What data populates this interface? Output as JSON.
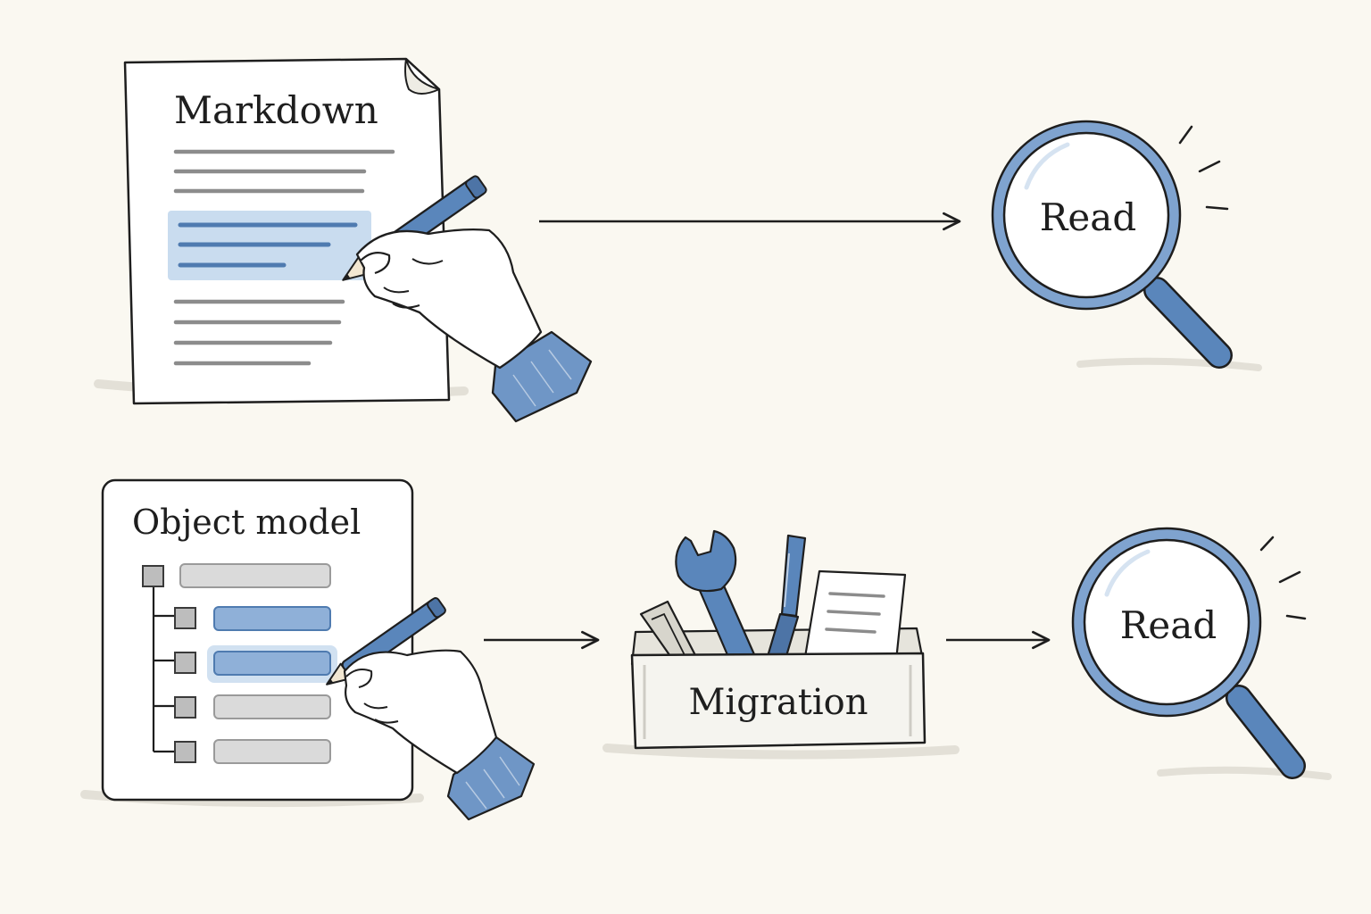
{
  "rows": [
    {
      "source": {
        "label": "Markdown",
        "kind": "document"
      },
      "steps": [
        {
          "label": "Read",
          "kind": "magnifier"
        }
      ]
    },
    {
      "source": {
        "label": "Object model",
        "kind": "tree"
      },
      "steps": [
        {
          "label": "Migration",
          "kind": "toolbox"
        },
        {
          "label": "Read",
          "kind": "magnifier"
        }
      ]
    }
  ],
  "colors": {
    "ink": "#1e1e1e",
    "accent_blue": "#5a86bb",
    "highlight_blue": "#c9dcef",
    "muted_gray": "#8c8c8c",
    "background": "#faf8f1"
  }
}
